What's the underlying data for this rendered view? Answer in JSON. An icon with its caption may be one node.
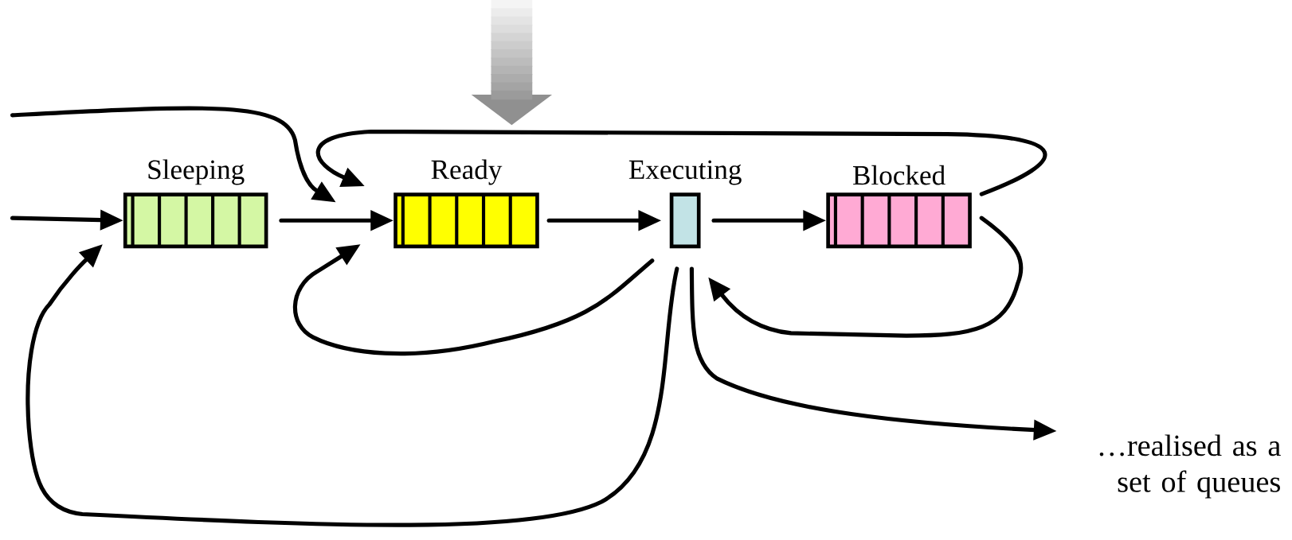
{
  "diagram": {
    "nodes": [
      {
        "text": [
          "Sleeping"
        ]
      },
      {
        "text": [
          "Ready"
        ]
      },
      {
        "text": [
          "Executing"
        ]
      },
      {
        "text": [
          "Blocked"
        ]
      },
      {
        "text": [
          "…realised as a set of queues"
        ]
      }
    ],
    "edges": [
      {
        "from": null,
        "to": 0,
        "arrow": "to"
      },
      {
        "from": null,
        "to": 1,
        "arrow": "to"
      },
      {
        "from": 0,
        "to": 1,
        "arrow": "to"
      },
      {
        "from": 1,
        "to": 2,
        "arrow": "to"
      },
      {
        "from": 2,
        "to": 3,
        "arrow": "to"
      },
      {
        "from": 3,
        "to": 1,
        "arrow": "to"
      },
      {
        "from": 3,
        "to": 2,
        "arrow": "to"
      },
      {
        "from": 2,
        "to": 1,
        "arrow": "to"
      },
      {
        "from": 2,
        "to": 0,
        "arrow": "to"
      },
      {
        "from": 2,
        "to": 4,
        "arrow": "to"
      }
    ]
  }
}
